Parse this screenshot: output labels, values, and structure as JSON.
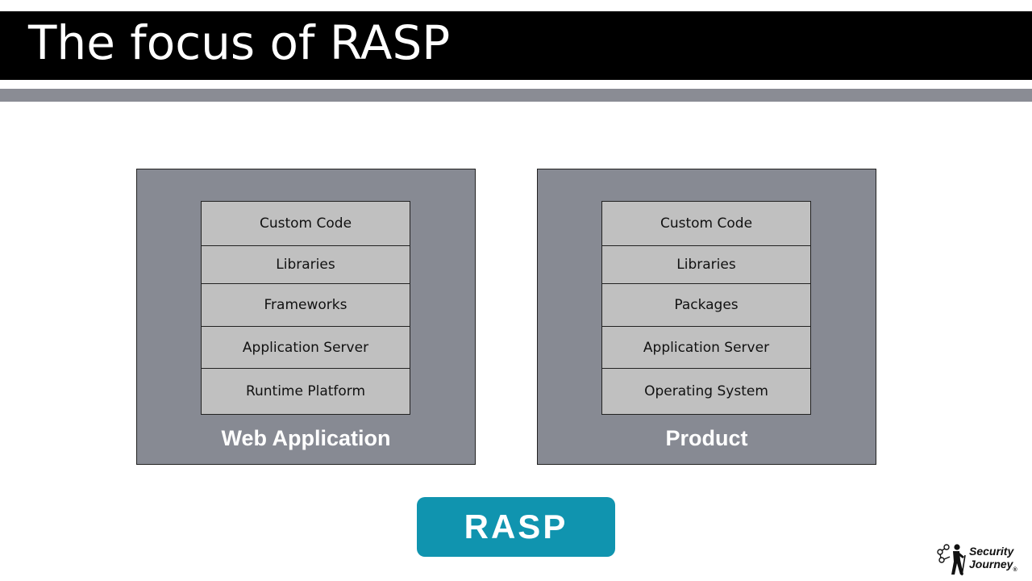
{
  "slide": {
    "title": "The focus of RASP",
    "colors": {
      "title_bar": "#000000",
      "accent_bar": "#8a8c94",
      "panel": "#878a93",
      "layer": "#c0c0c0",
      "rasp": "#1094af"
    }
  },
  "diagram": {
    "panels": [
      {
        "label": "Web Application",
        "layers": [
          "Custom Code",
          "Libraries",
          "Frameworks",
          "Application Server",
          "Runtime Platform"
        ]
      },
      {
        "label": "Product",
        "layers": [
          "Custom Code",
          "Libraries",
          "Packages",
          "Application Server",
          "Operating System"
        ]
      }
    ],
    "center_label": "RASP"
  },
  "logo": {
    "line1": "Security",
    "line2": "Journey",
    "mark": "®",
    "icon": "hiker-icon"
  }
}
